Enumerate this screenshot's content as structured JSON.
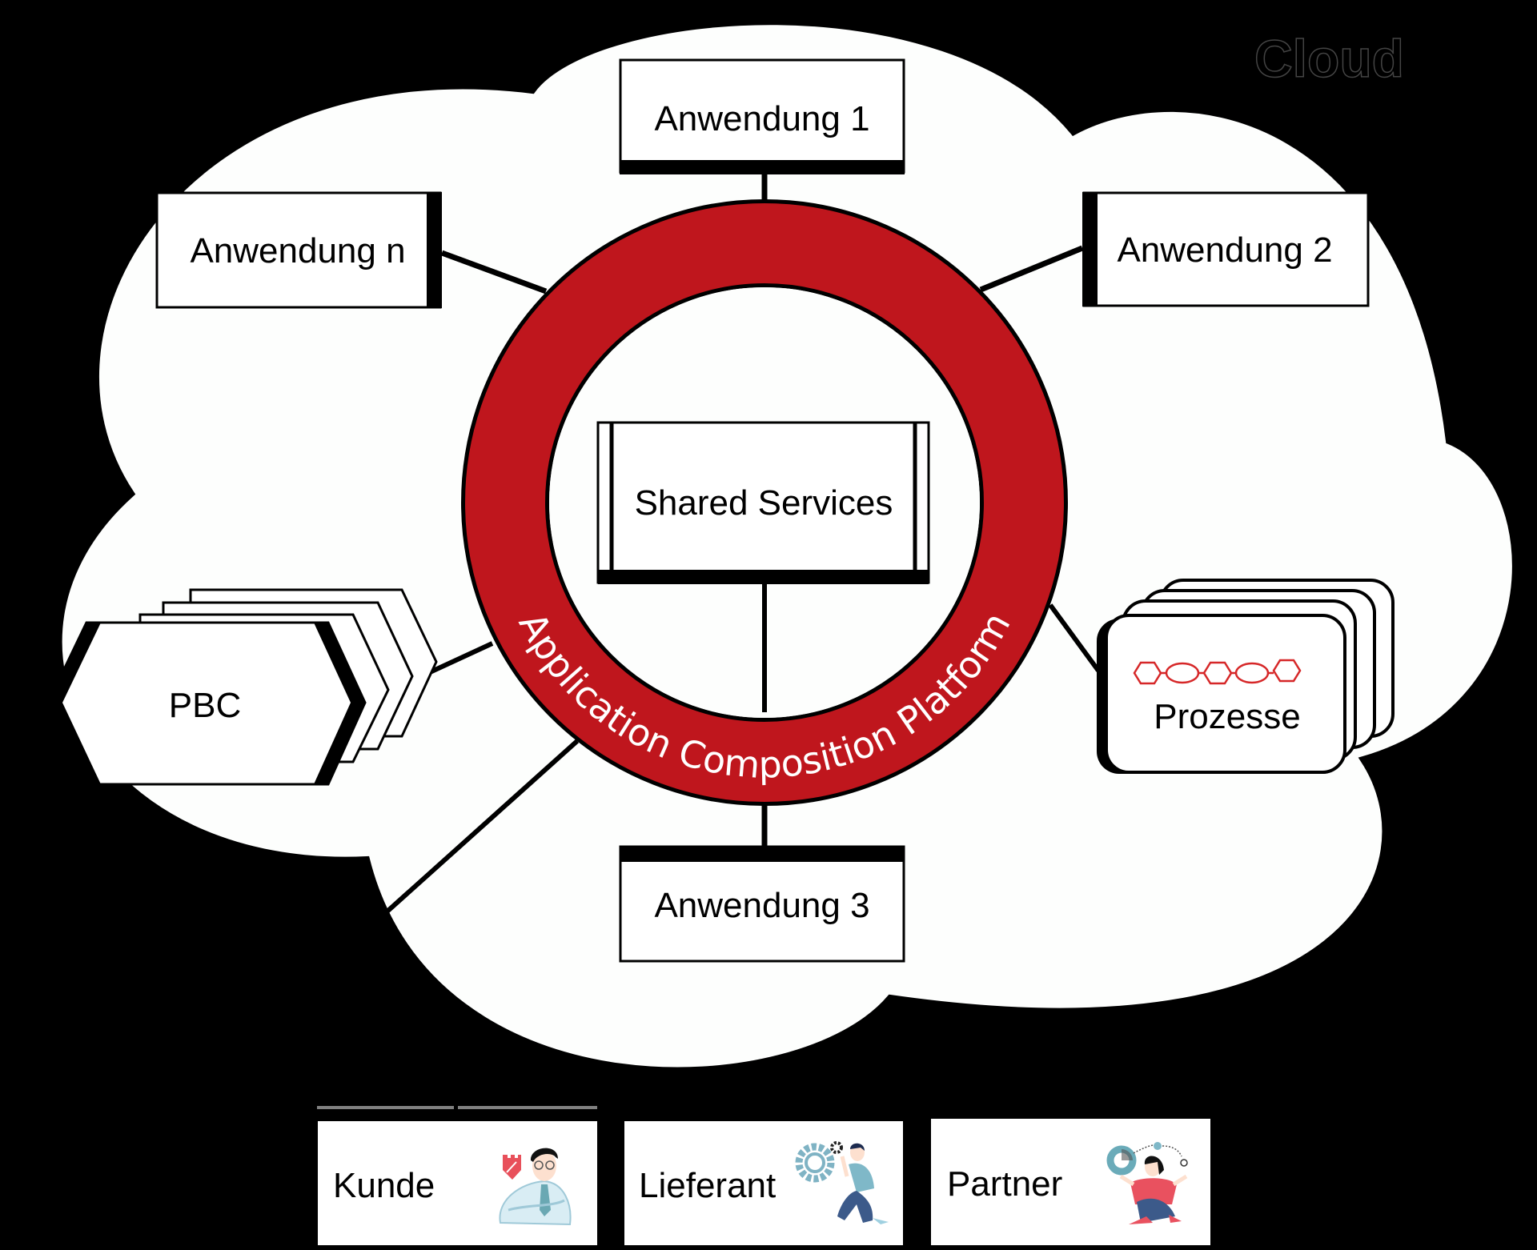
{
  "diagram": {
    "cloud_label": "Cloud",
    "platform_label": "Application Composition Platform",
    "center": {
      "label": "Shared Services"
    },
    "applications": [
      {
        "id": "app1",
        "label": "Anwendung 1"
      },
      {
        "id": "app2",
        "label": "Anwendung 2"
      },
      {
        "id": "app3",
        "label": "Anwendung 3"
      },
      {
        "id": "appn",
        "label": "Anwendung n"
      }
    ],
    "pbc": {
      "label": "PBC"
    },
    "processes": {
      "label": "Prozesse",
      "icon": "process-chain-icon"
    },
    "actors": [
      {
        "label": "Kunde",
        "icon": "customer-person-icon"
      },
      {
        "label": "Lieferant",
        "icon": "supplier-person-gears-icon"
      },
      {
        "label": "Partner",
        "icon": "partner-person-ideas-icon"
      }
    ]
  },
  "colors": {
    "background": "#000000",
    "cloud_fill": "#fdfefd",
    "ring_red": "#bf161d",
    "process_red": "#d62728",
    "stroke": "#000000"
  }
}
